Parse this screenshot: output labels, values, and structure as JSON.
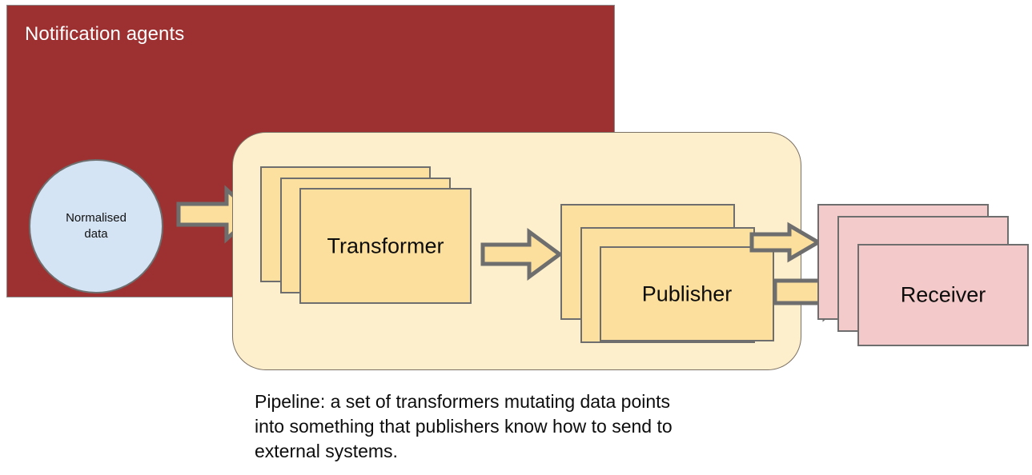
{
  "diagram": {
    "title": "Notification agents pipeline diagram",
    "agents_container": {
      "label": "Notification agents",
      "color": "#9d3131",
      "text_color": "#ffffff"
    },
    "source": {
      "label": "Normalised\ndata",
      "shape": "circle",
      "color": "#d4e4f4",
      "border_color": "#6e6e6e"
    },
    "pipeline": {
      "color": "#fdeecc",
      "border_color": "#7a7063",
      "stages": [
        {
          "name": "transformer",
          "label": "Transformer",
          "card_count": 3,
          "color": "#fcdf9d",
          "border_color": "#6e6e6e"
        },
        {
          "name": "publisher",
          "label": "Publisher",
          "card_count": 3,
          "color": "#fcdf9d",
          "border_color": "#6e6e6e"
        }
      ]
    },
    "destination": {
      "name": "receiver",
      "label": "Receiver",
      "card_count": 3,
      "color": "#f3c9c9",
      "border_color": "#6e6e6e"
    },
    "arrows": [
      {
        "name": "data-to-transformer",
        "from": "Normalised data",
        "to": "Transformer"
      },
      {
        "name": "transformer-to-publisher",
        "from": "Transformer",
        "to": "Publisher"
      },
      {
        "name": "publisher-to-receiver-upper",
        "from": "Publisher",
        "to": "Receiver"
      },
      {
        "name": "publisher-to-receiver-lower",
        "from": "Publisher",
        "to": "Receiver"
      }
    ],
    "caption": {
      "line1": "Pipeline: a set of transformers mutating data points",
      "line2": "into something that publishers know how to send to",
      "line3": "external systems."
    }
  }
}
